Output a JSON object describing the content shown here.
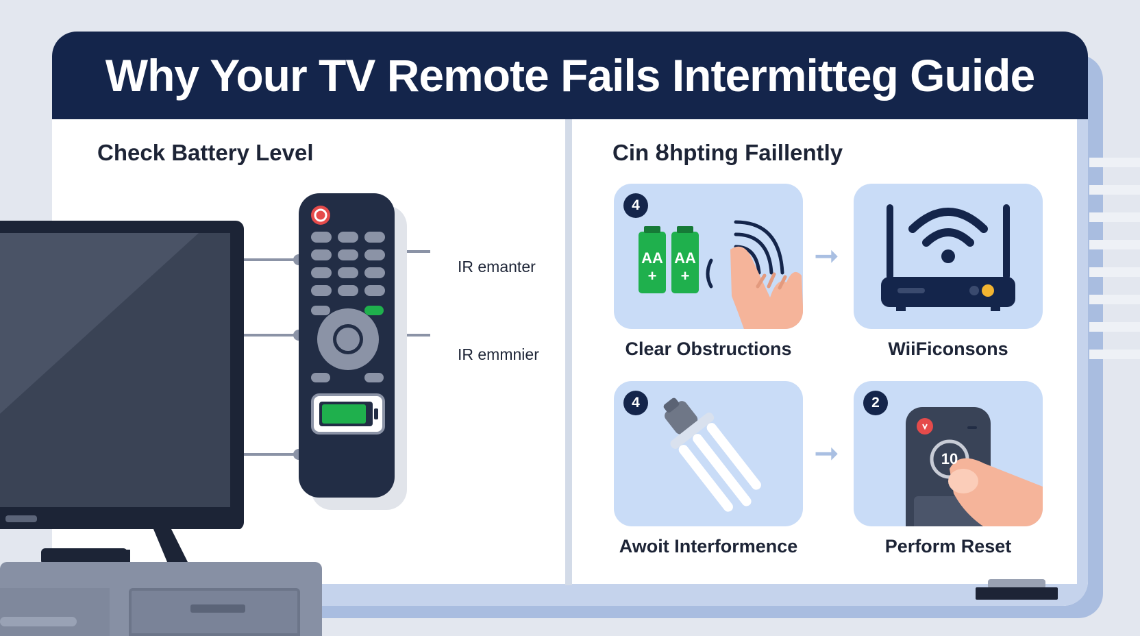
{
  "header": {
    "title": "Why Your TV Remote Fails Intermitteɡ Guide"
  },
  "left_panel": {
    "title": "Check Battery Level",
    "callouts": [
      "IR emanter",
      "IR emmnier"
    ]
  },
  "right_panel": {
    "title": "Cin ȣhpting Faillently",
    "tiles": [
      {
        "badge": "4",
        "label": "Clear Obstructions",
        "icon": "batteries-hand-icon",
        "battery_text": [
          "AA",
          "+"
        ]
      },
      {
        "badge": "",
        "label": "WiiFiconsons",
        "icon": "wifi-router-icon"
      },
      {
        "badge": "4",
        "label": "Awoit Interformence",
        "icon": "lamp-icon"
      },
      {
        "badge": "2",
        "label": "Perform Reset",
        "icon": "reset-remote-icon",
        "reset_number": "10"
      }
    ]
  },
  "colors": {
    "header": "#14254b",
    "tile": "#c9dcf7",
    "remote": "#222d45",
    "battery_green": "#1fb04d",
    "accent_red": "#e54b4b"
  }
}
